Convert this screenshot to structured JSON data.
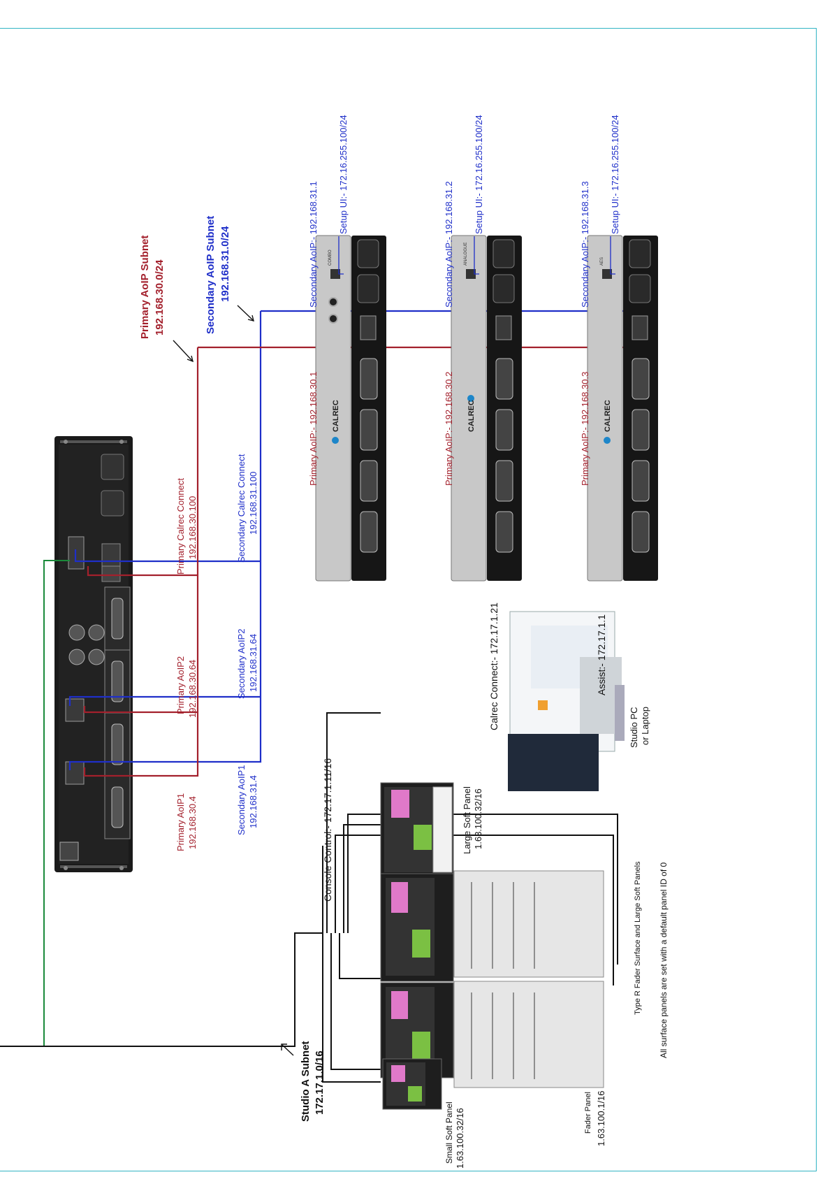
{
  "colors": {
    "primary": "#a3202c",
    "secondary": "#1f2fc9",
    "control": "#111111",
    "green": "#1a8a3a",
    "frame": "#32b4c4"
  },
  "subnets": {
    "primary_title": "Primary AoIP Subnet",
    "primary_value": "192.168.30.0/24",
    "secondary_title": "Secondary AoIP Subnet",
    "secondary_value": "192.168.31.0/24",
    "studio_title": "Studio A Subnet",
    "studio_value": "172.17.1.0/16"
  },
  "core": {
    "primary_connect_label": "Primary Calrec Connect",
    "primary_connect_ip": "192.168.30.100",
    "secondary_connect_label": "Secondary Calrec Connect",
    "secondary_connect_ip": "192.168.31.100",
    "primary_aoip2_label": "Primary AoIP2",
    "primary_aoip2_ip": "192.168.30.64",
    "secondary_aoip2_label": "Secondary AoIP2",
    "secondary_aoip2_ip": "192.168.31.64",
    "primary_aoip1_label": "Primary AoIP1",
    "primary_aoip1_ip": "192.168.30.4",
    "secondary_aoip1_label": "Secondary AoIP1",
    "secondary_aoip1_ip": "192.168.31.4"
  },
  "io_units": [
    {
      "name": "COMBO",
      "primary": "Primary AoIP:- 192.168.30.1",
      "secondary": "Secondary AoIP:- 192.168.31.1",
      "setup": "Setup UI:- 172.16.255.100/24",
      "brand": "CALREC"
    },
    {
      "name": "ANALOGUE",
      "primary": "Primary AoIP:- 192.168.30.2",
      "secondary": "Secondary AoIP:- 192.168.31.2",
      "setup": "Setup UI:- 172.16.255.100/24",
      "brand": "CALREC"
    },
    {
      "name": "AES",
      "primary": "Primary AoIP:- 192.168.30.3",
      "secondary": "Secondary AoIP:- 192.168.31.3",
      "setup": "Setup UI:- 172.16.255.100/24",
      "brand": "CALREC"
    }
  ],
  "control": {
    "console_control": "Console Control:- 172.17.1.11/16",
    "calrec_connect": "Calrec Connect:- 172.17.1.21",
    "assist": "Assist:- 172.17.1.1",
    "studio_pc_1": "Studio PC",
    "studio_pc_2": "or Laptop"
  },
  "panels": {
    "large_soft_label": "Large Soft Panel",
    "large_soft_ip": "1.63.100.32/16",
    "small_soft_label": "Small Soft Panel",
    "small_soft_ip": "1.63.100.32/16",
    "fader_label": "Fader Panel",
    "fader_ip": "1.63.100.1/16",
    "surface_note": "Type R Fader Surface and Large Soft Panels",
    "panel_id_note": "All surface panels are set with a default panel ID of 0"
  }
}
